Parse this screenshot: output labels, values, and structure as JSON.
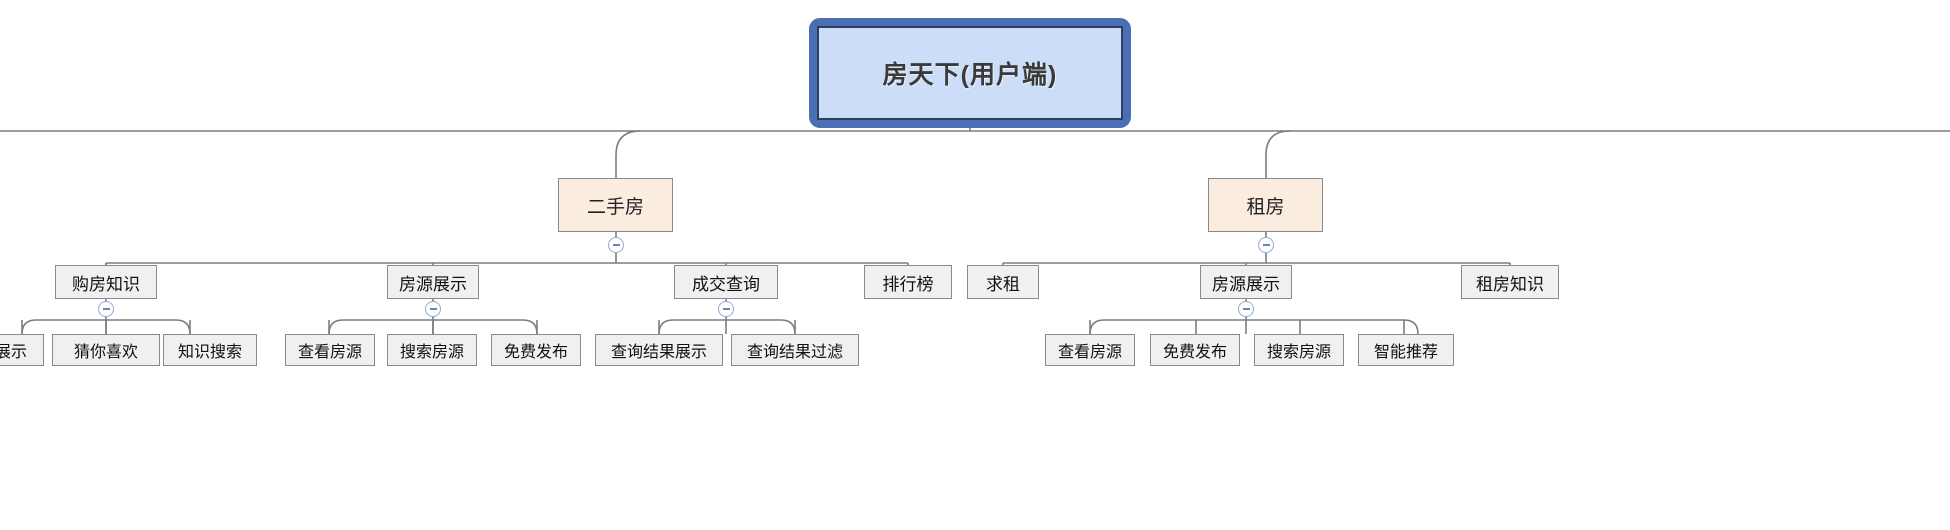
{
  "diagram": {
    "type": "mind-map-tree",
    "orientation": "top-down",
    "colors": {
      "root_border": "#4a6fb5",
      "root_fill": "#ccddf7",
      "level2_fill": "#fbece0",
      "level3_fill": "#f0f0f0",
      "connector": "#7d7d7d",
      "toggle_stroke": "#8fa9d8"
    },
    "root": {
      "label": "房天下(用户端)"
    },
    "toggle_icon": "collapse-minus-icon",
    "branches": [
      {
        "label": "二手房",
        "children": [
          {
            "label": "购房知识",
            "children": [
              {
                "label": "展示"
              },
              {
                "label": "猜你喜欢"
              },
              {
                "label": "知识搜索"
              }
            ]
          },
          {
            "label": "房源展示",
            "children": [
              {
                "label": "查看房源"
              },
              {
                "label": "搜索房源"
              },
              {
                "label": "免费发布"
              }
            ]
          },
          {
            "label": "成交查询",
            "children": [
              {
                "label": "查询结果展示"
              },
              {
                "label": "查询结果过滤"
              }
            ]
          },
          {
            "label": "排行榜",
            "children": []
          }
        ]
      },
      {
        "label": "租房",
        "children": [
          {
            "label": "求租",
            "children": []
          },
          {
            "label": "房源展示",
            "children": [
              {
                "label": "查看房源"
              },
              {
                "label": "免费发布"
              },
              {
                "label": "搜索房源"
              },
              {
                "label": "智能推荐"
              }
            ]
          },
          {
            "label": "租房知识",
            "children": []
          }
        ]
      }
    ]
  }
}
